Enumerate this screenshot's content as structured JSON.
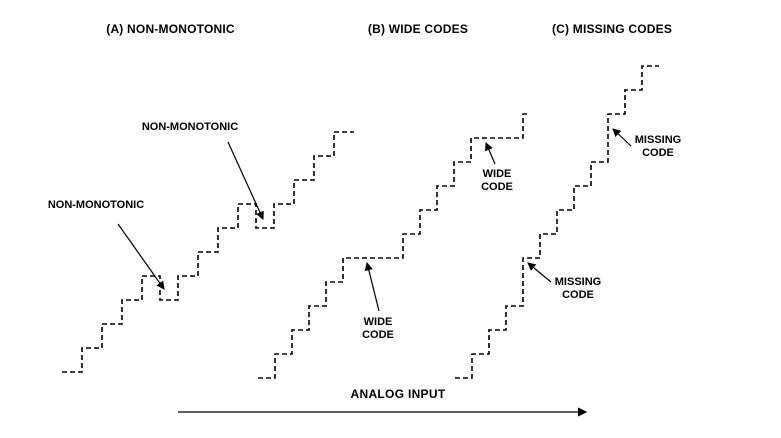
{
  "figure": {
    "panels": {
      "a": {
        "title": "(A) NON-MONOTONIC",
        "annotation_lower": "NON-MONOTONIC",
        "annotation_upper": "NON-MONOTONIC"
      },
      "b": {
        "title": "(B) WIDE CODES",
        "annotation_lower": "WIDE CODE",
        "annotation_upper": "WIDE CODE"
      },
      "c": {
        "title": "(C) MISSING CODES",
        "annotation_lower": "MISSING CODE",
        "annotation_upper": "MISSING CODE"
      }
    },
    "x_axis_label": "ANALOG INPUT"
  },
  "colors": {
    "line": "#000000",
    "text": "#000000",
    "background": "#ffffff"
  }
}
